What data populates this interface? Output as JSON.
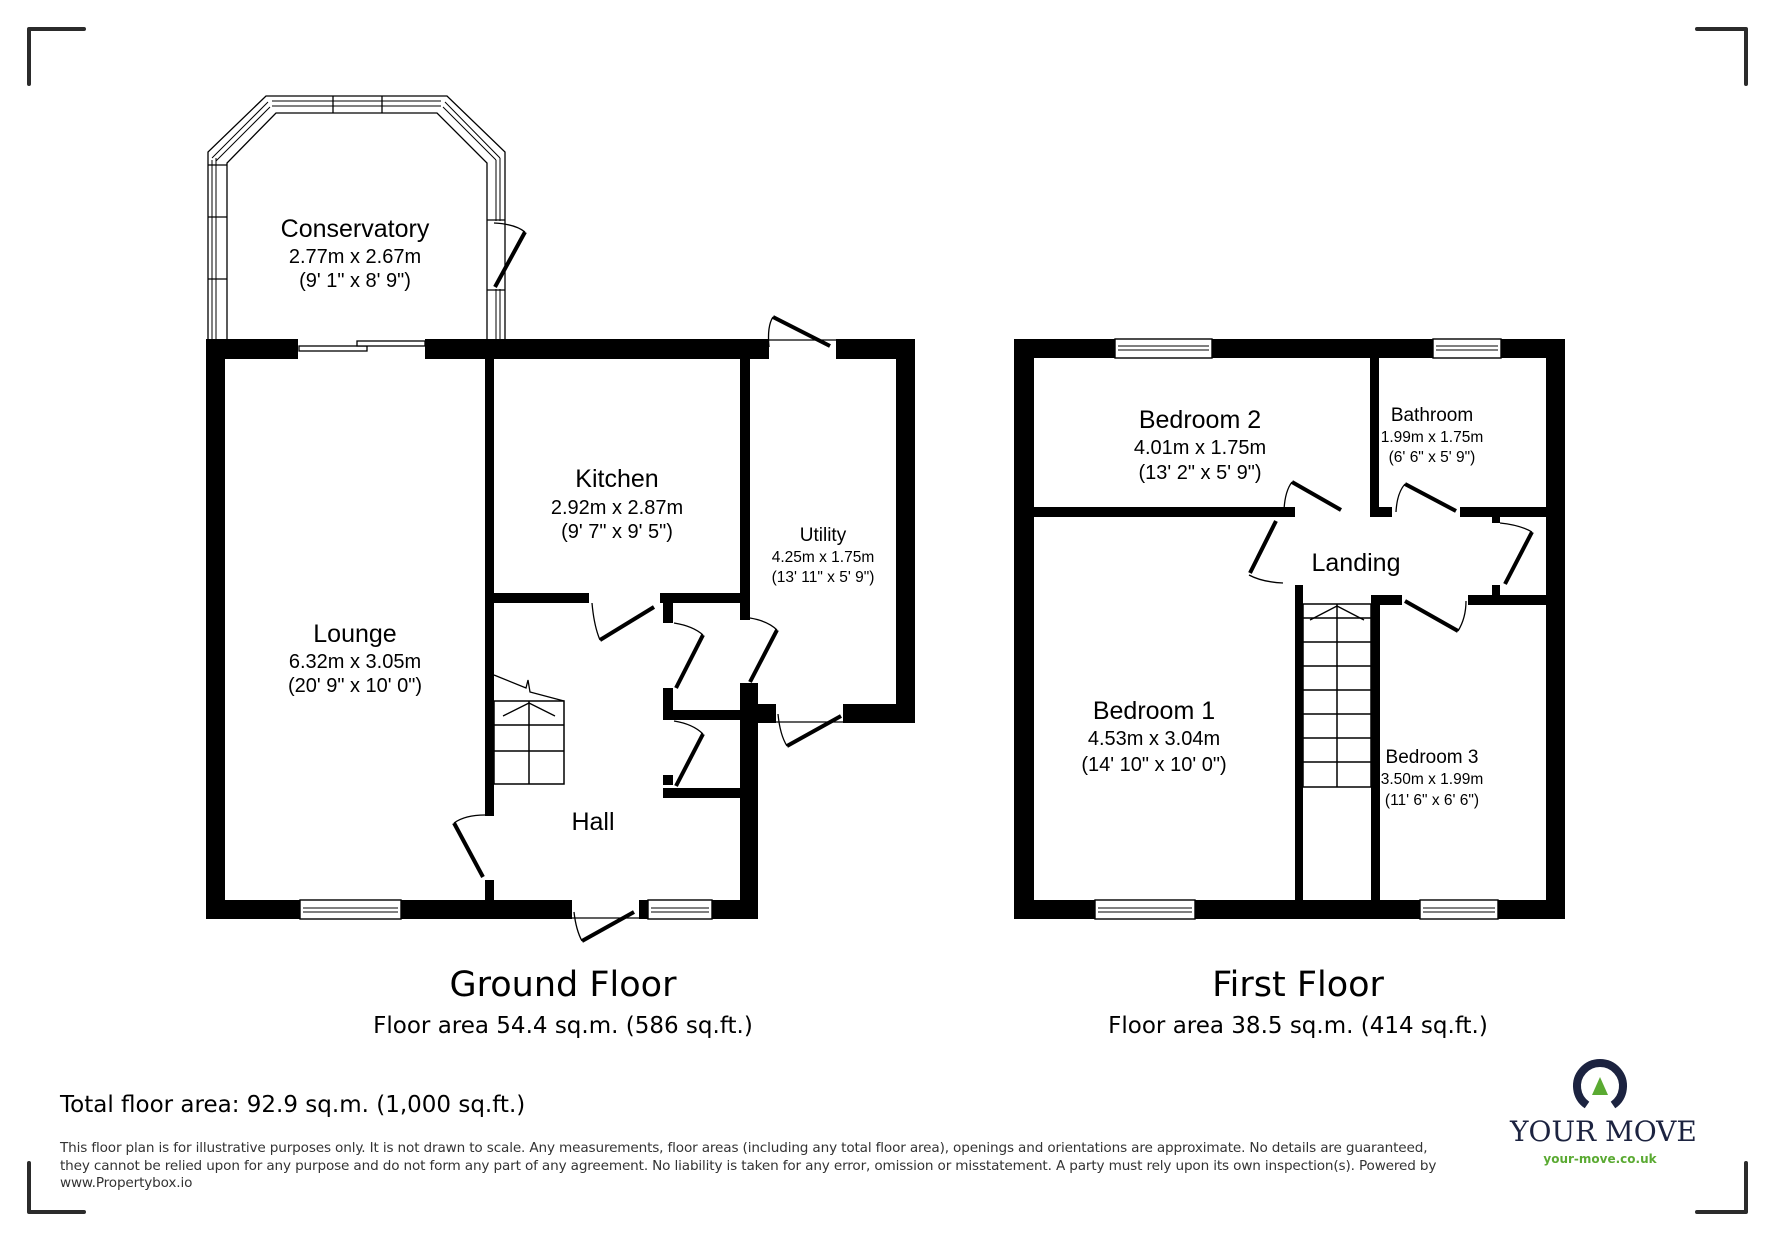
{
  "ground_floor": {
    "title": "Ground Floor",
    "area": "Floor area 54.4 sq.m. (586 sq.ft.)",
    "rooms": {
      "conservatory": {
        "name": "Conservatory",
        "metric": "2.77m x 2.67m",
        "imperial": "(9' 1\" x 8' 9\")"
      },
      "kitchen": {
        "name": "Kitchen",
        "metric": "2.92m x 2.87m",
        "imperial": "(9' 7\" x 9' 5\")"
      },
      "utility": {
        "name": "Utility",
        "metric": "4.25m x 1.75m",
        "imperial": "(13' 11\" x 5' 9\")"
      },
      "lounge": {
        "name": "Lounge",
        "metric": "6.32m x 3.05m",
        "imperial": "(20' 9\" x 10' 0\")"
      },
      "hall": {
        "name": "Hall"
      }
    }
  },
  "first_floor": {
    "title": "First Floor",
    "area": "Floor area 38.5 sq.m. (414 sq.ft.)",
    "rooms": {
      "bedroom2": {
        "name": "Bedroom 2",
        "metric": "4.01m x 1.75m",
        "imperial": "(13' 2\" x 5' 9\")"
      },
      "bathroom": {
        "name": "Bathroom",
        "metric": "1.99m x 1.75m",
        "imperial": "(6' 6\" x 5' 9\")"
      },
      "landing": {
        "name": "Landing"
      },
      "bedroom1": {
        "name": "Bedroom 1",
        "metric": "4.53m x 3.04m",
        "imperial": "(14' 10\" x 10' 0\")"
      },
      "bedroom3": {
        "name": "Bedroom 3",
        "metric": "3.50m x 1.99m",
        "imperial": "(11' 6\" x 6' 6\")"
      }
    }
  },
  "total_area": "Total floor area: 92.9 sq.m. (1,000 sq.ft.)",
  "disclaimer": "This floor plan is for illustrative purposes only. It is not drawn to scale. Any measurements, floor areas (including any total floor area), openings and orientations are approximate. No details are guaranteed, they cannot be relied upon for any purpose and do not form any part of any agreement. No liability is taken for any error, omission or misstatement. A party must rely upon its own inspection(s). Powered by www.Propertybox.io",
  "logo": {
    "icon": "your-move-ring-arrow-icon",
    "wordmark": "YOUR MOVE",
    "url": "your-move.co.uk",
    "colors": {
      "navy": "#1c2340",
      "green": "#5aaa32"
    }
  }
}
